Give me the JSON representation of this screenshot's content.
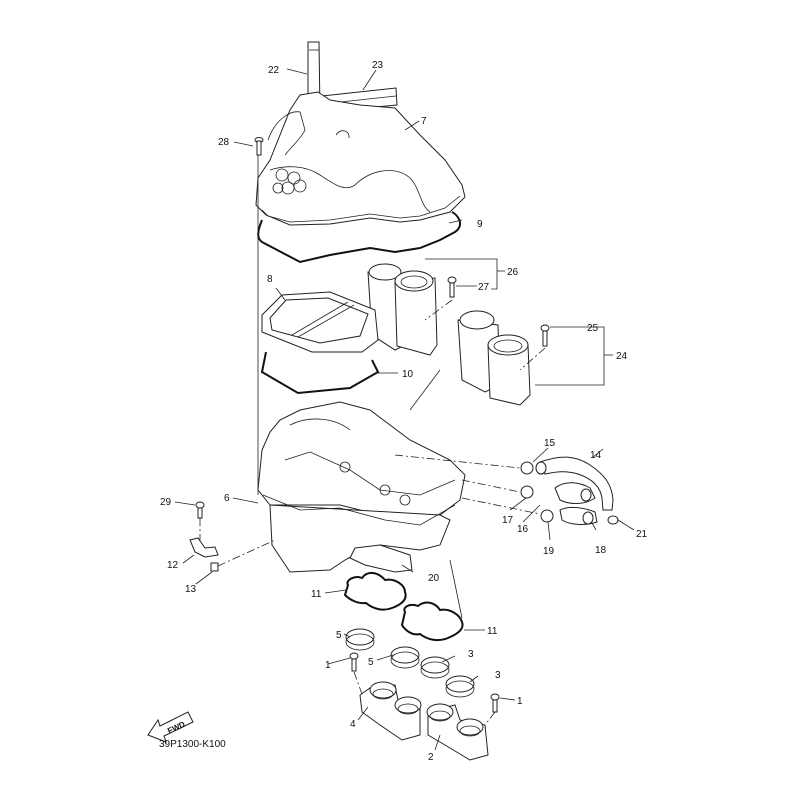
{
  "diagram": {
    "code": "39P1300-K100",
    "fwd_label": "FWD",
    "callouts": [
      {
        "id": "c22",
        "label": "22",
        "part": "duct"
      },
      {
        "id": "c23",
        "label": "23",
        "part": "duct"
      },
      {
        "id": "c7",
        "label": "7",
        "part": "air filter case cap"
      },
      {
        "id": "c28",
        "label": "28",
        "part": "screw"
      },
      {
        "id": "c9",
        "label": "9",
        "part": "gasket"
      },
      {
        "id": "c26",
        "label": "26",
        "part": "funnel assembly"
      },
      {
        "id": "c27",
        "label": "27",
        "part": "screw"
      },
      {
        "id": "c8",
        "label": "8",
        "part": "air filter element"
      },
      {
        "id": "c25",
        "label": "25",
        "part": "screw"
      },
      {
        "id": "c24",
        "label": "24",
        "part": "funnel assembly"
      },
      {
        "id": "c10",
        "label": "10",
        "part": "gasket"
      },
      {
        "id": "c15",
        "label": "15",
        "part": "clamp"
      },
      {
        "id": "c14",
        "label": "14",
        "part": "hose"
      },
      {
        "id": "c29",
        "label": "29",
        "part": "bolt"
      },
      {
        "id": "c6",
        "label": "6",
        "part": "air filter case"
      },
      {
        "id": "c17",
        "label": "17",
        "part": "clamp"
      },
      {
        "id": "c16",
        "label": "16",
        "part": "hose"
      },
      {
        "id": "c19",
        "label": "19",
        "part": "clamp"
      },
      {
        "id": "c18",
        "label": "18",
        "part": "hose"
      },
      {
        "id": "c21",
        "label": "21",
        "part": "clip"
      },
      {
        "id": "c12",
        "label": "12",
        "part": "joint"
      },
      {
        "id": "c13",
        "label": "13",
        "part": "nut"
      },
      {
        "id": "c20",
        "label": "20",
        "part": "plate"
      },
      {
        "id": "c11a",
        "label": "11",
        "part": "gasket"
      },
      {
        "id": "c11b",
        "label": "11",
        "part": "gasket"
      },
      {
        "id": "c5a",
        "label": "5",
        "part": "clamp"
      },
      {
        "id": "c5b",
        "label": "5",
        "part": "clamp"
      },
      {
        "id": "c3a",
        "label": "3",
        "part": "clamp"
      },
      {
        "id": "c3b",
        "label": "3",
        "part": "clamp"
      },
      {
        "id": "c1a",
        "label": "1",
        "part": "bolt"
      },
      {
        "id": "c1b",
        "label": "1",
        "part": "bolt"
      },
      {
        "id": "c4",
        "label": "4",
        "part": "joint, carburetor"
      },
      {
        "id": "c2",
        "label": "2",
        "part": "joint, carburetor"
      }
    ]
  }
}
